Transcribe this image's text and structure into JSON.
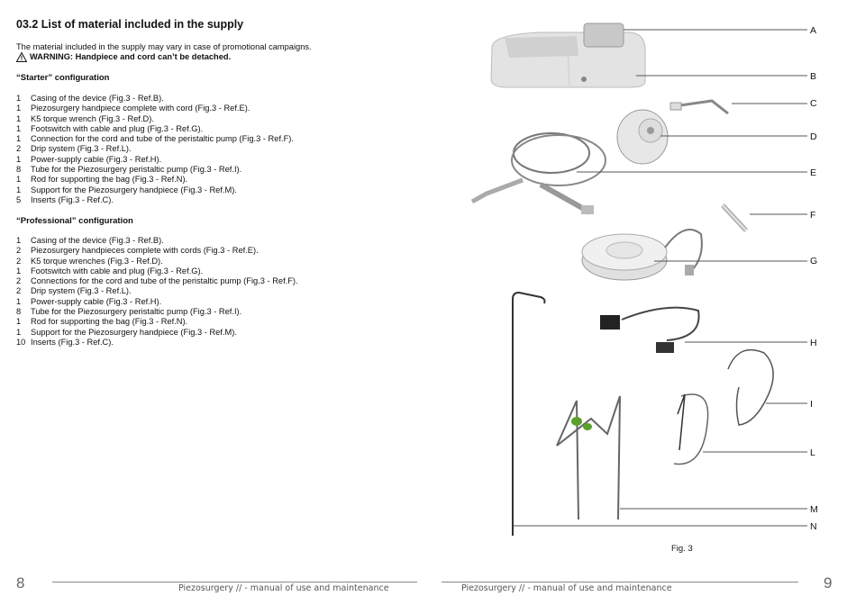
{
  "section_title": "03.2  List of material included in the supply",
  "intro": "The material included in the supply may vary in case of promotional campaigns.",
  "warning": "WARNING: Handpiece and cord can’t be detached.",
  "starter": {
    "heading": "“Starter” configuration",
    "items": [
      {
        "qty": "1",
        "text": "Casing of the device (Fig.3 - Ref.B)."
      },
      {
        "qty": "1",
        "text": "Piezosurgery handpiece complete with cord (Fig.3 - Ref.E)."
      },
      {
        "qty": "1",
        "text": "K5 torque wrench (Fig.3 - Ref.D)."
      },
      {
        "qty": "1",
        "text": "Footswitch with cable and plug (Fig.3 - Ref.G)."
      },
      {
        "qty": "1",
        "text": "Connection for the cord and tube of the peristaltic pump (Fig.3 - Ref.F)."
      },
      {
        "qty": "2",
        "text": "Drip system (Fig.3 - Ref.L)."
      },
      {
        "qty": "1",
        "text": "Power-supply cable (Fig.3 - Ref.H)."
      },
      {
        "qty": "8",
        "text": "Tube for the Piezosurgery peristaltic pump (Fig.3 - Ref.I)."
      },
      {
        "qty": "1",
        "text": "Rod for supporting the bag (Fig.3 - Ref.N)."
      },
      {
        "qty": "1",
        "text": "Support for the Piezosurgery handpiece (Fig.3 - Ref.M)."
      },
      {
        "qty": "5",
        "text": "Inserts (Fig.3 - Ref.C)."
      }
    ]
  },
  "professional": {
    "heading": "“Professional” configuration",
    "items": [
      {
        "qty": "1",
        "text": "Casing of the device (Fig.3 - Ref.B)."
      },
      {
        "qty": "2",
        "text": "Piezosurgery handpieces complete with cords (Fig.3 - Ref.E)."
      },
      {
        "qty": "2",
        "text": "K5 torque wrenches (Fig.3 - Ref.D)."
      },
      {
        "qty": "1",
        "text": "Footswitch with cable and plug (Fig.3 - Ref.G)."
      },
      {
        "qty": "2",
        "text": "Connections for the cord and tube of the peristaltic pump (Fig.3 - Ref.F)."
      },
      {
        "qty": "2",
        "text": "Drip system (Fig.3 - Ref.L)."
      },
      {
        "qty": "1",
        "text": "Power-supply cable (Fig.3 - Ref.H)."
      },
      {
        "qty": "8",
        "text": "Tube for the Piezosurgery peristaltic pump (Fig.3 - Ref.I)."
      },
      {
        "qty": "1",
        "text": "Rod for supporting the bag (Fig.3 - Ref.N)."
      },
      {
        "qty": "1",
        "text": "Support for the Piezosurgery handpiece (Fig.3 - Ref.M)."
      },
      {
        "qty": "10",
        "text": "Inserts (Fig.3 - Ref.C)."
      }
    ]
  },
  "figure": {
    "caption": "Fig. 3",
    "labels": [
      "A",
      "B",
      "C",
      "D",
      "E",
      "F",
      "G",
      "H",
      "I",
      "L",
      "M",
      "N"
    ]
  },
  "footer": {
    "left_page": "8",
    "right_page": "9",
    "left_text": "Piezosurgery // - manual of use and maintenance",
    "right_text": "Piezosurgery // - manual of use and maintenance"
  },
  "colors": {
    "accent_green": "#5aa02c",
    "line": "#555555"
  }
}
